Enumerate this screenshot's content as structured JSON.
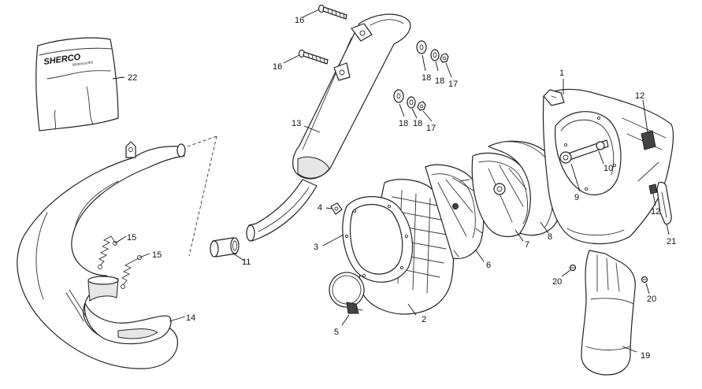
{
  "logo": {
    "brand": "SHERCO",
    "tagline": "Motorcycles"
  },
  "callouts": [
    {
      "id": "c1",
      "label": "1"
    },
    {
      "id": "c2",
      "label": "2"
    },
    {
      "id": "c3",
      "label": "3"
    },
    {
      "id": "c4",
      "label": "4"
    },
    {
      "id": "c5",
      "label": "5"
    },
    {
      "id": "c6",
      "label": "6"
    },
    {
      "id": "c7",
      "label": "7"
    },
    {
      "id": "c8",
      "label": "8"
    },
    {
      "id": "c9",
      "label": "9"
    },
    {
      "id": "c10",
      "label": "10"
    },
    {
      "id": "c11",
      "label": "11"
    },
    {
      "id": "c12a",
      "label": "12"
    },
    {
      "id": "c12b",
      "label": "12"
    },
    {
      "id": "c13",
      "label": "13"
    },
    {
      "id": "c14",
      "label": "14"
    },
    {
      "id": "c15a",
      "label": "15"
    },
    {
      "id": "c15b",
      "label": "15"
    },
    {
      "id": "c16a",
      "label": "16"
    },
    {
      "id": "c16b",
      "label": "16"
    },
    {
      "id": "c17a",
      "label": "17"
    },
    {
      "id": "c17b",
      "label": "17"
    },
    {
      "id": "c18a",
      "label": "18"
    },
    {
      "id": "c18b",
      "label": "18"
    },
    {
      "id": "c18c",
      "label": "18"
    },
    {
      "id": "c18d",
      "label": "18"
    },
    {
      "id": "c19",
      "label": "19"
    },
    {
      "id": "c20a",
      "label": "20"
    },
    {
      "id": "c20b",
      "label": "20"
    },
    {
      "id": "c21",
      "label": "21"
    },
    {
      "id": "c22",
      "label": "22"
    }
  ]
}
